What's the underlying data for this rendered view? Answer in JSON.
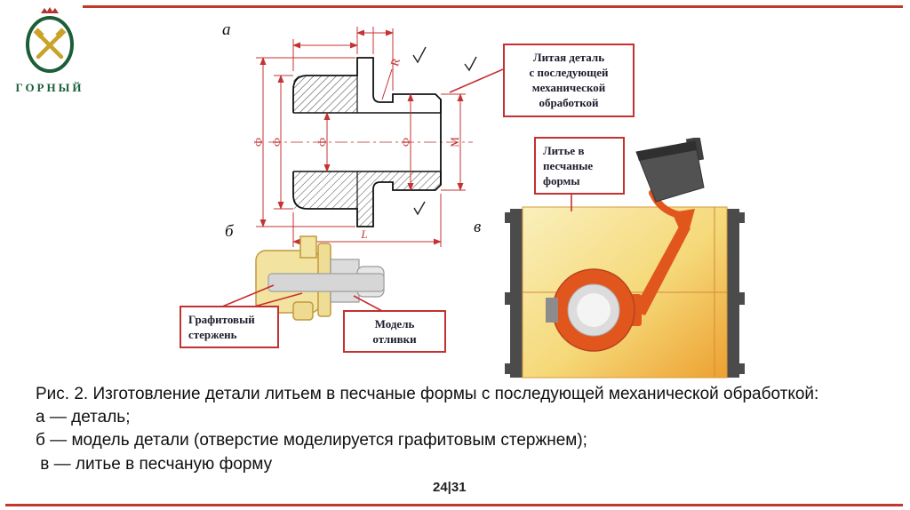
{
  "slide": {
    "logo_text": "ГОРНЫЙ",
    "page_number": "24|31"
  },
  "figure": {
    "label_a": "а",
    "label_b": "б",
    "label_v": "в",
    "callout_cast_part": "Литая деталь\nс последующей\nмеханической\nобработкой",
    "callout_sand_mold": "Литье в\nпесчаные\nформы",
    "callout_graphite_rod": "Графитовый\nстержень",
    "callout_model": "Модель\nотливки",
    "dims": {
      "phi": "Ф",
      "r": "R",
      "l": "L",
      "m": "M"
    }
  },
  "caption": {
    "line1": "Рис. 2. Изготовление детали литьем в песчаные формы с последующей механической обработкой:",
    "item_a": "а — деталь;",
    "item_b": "б — модель детали (отверстие моделируется графитовым стержнем);",
    "item_v": " в — литье в песчаную форму"
  },
  "colors": {
    "accent_red": "#c0392b",
    "dimension_red": "#c43333",
    "logo_green": "#1b5e38",
    "molten_orange": "#e1561d",
    "sand_light": "#faf0bc",
    "sand_dark": "#eda030",
    "flask_gray": "#4b4b4b"
  }
}
